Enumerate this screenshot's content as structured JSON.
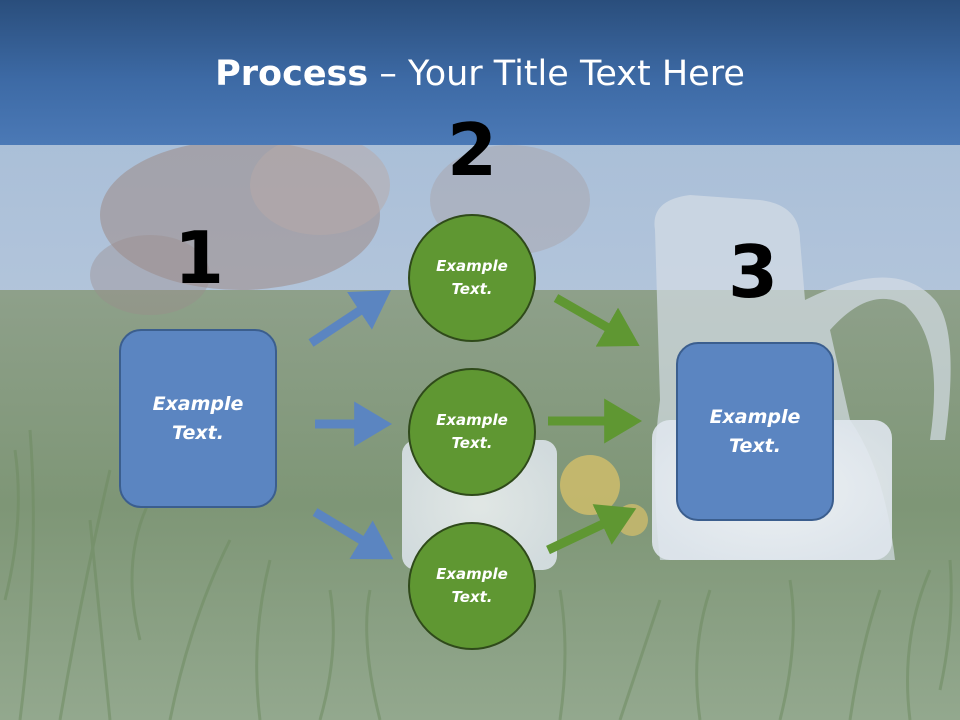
{
  "title": {
    "bold": "Process",
    "rest": " – Your Title Text Here"
  },
  "steps": [
    {
      "number": "1",
      "label": "Example\nText."
    },
    {
      "number": "2",
      "items": [
        "Example\nText.",
        "Example\nText.",
        "Example\nText."
      ]
    },
    {
      "number": "3",
      "label": "Example\nText."
    }
  ],
  "colors": {
    "header": "#3d6aa5",
    "box_fill": "#5b85c1",
    "circle_fill": "#5f9732",
    "arrow_blue": "#5b85c1",
    "arrow_green": "#5f9732"
  }
}
